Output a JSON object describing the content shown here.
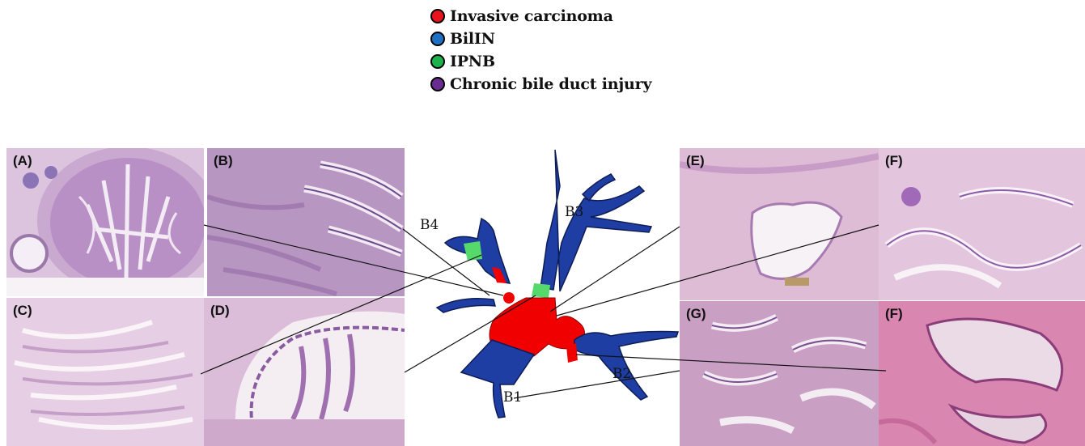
{
  "legend": [
    {
      "label": "Invasive carcinoma",
      "color": "#e8141b"
    },
    {
      "label": "BilIN",
      "color": "#1f6fc2"
    },
    {
      "label": "IPNB",
      "color": "#1db34a"
    },
    {
      "label": "Chronic bile duct injury",
      "color": "#6a2c91"
    }
  ],
  "panels": {
    "a": "(A)",
    "b": "(B)",
    "c": "(C)",
    "d": "(D)",
    "e": "(E)",
    "f1": "(F)",
    "g": "(G)",
    "f2": "(F)"
  },
  "ducts": {
    "b1": "B1",
    "b2": "B2",
    "b3": "B3",
    "b4": "B4"
  },
  "colors": {
    "duct_blue": "#1f3ea3",
    "carcinoma_red": "#f00000",
    "ipnb_green": "#55d96a"
  }
}
